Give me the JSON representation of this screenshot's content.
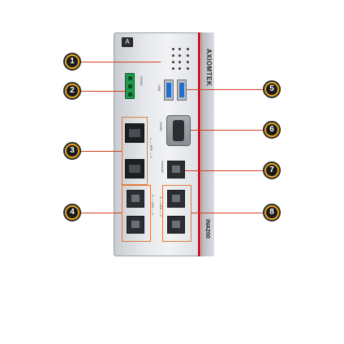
{
  "device": {
    "brand": "AXIOMTEK",
    "model": "iNA200",
    "logo_text": "A",
    "port_labels": {
      "com2": "COM2",
      "usb": "USB",
      "com1": "COM1",
      "sfp": "1 — SFP — 2",
      "console": "Console",
      "lan_left": "3 — LAN — 4",
      "lan_right": "1 — LAN — 2"
    }
  },
  "callouts": [
    {
      "number": "1",
      "side": "left"
    },
    {
      "number": "2",
      "side": "left"
    },
    {
      "number": "3",
      "side": "left"
    },
    {
      "number": "4",
      "side": "left"
    },
    {
      "number": "5",
      "side": "right"
    },
    {
      "number": "6",
      "side": "right"
    },
    {
      "number": "7",
      "side": "right"
    },
    {
      "number": "8",
      "side": "right"
    }
  ],
  "colors": {
    "callout_fill": "#e7a41b",
    "callout_ring": "#2b2b2b",
    "leader_line": "#d2401f",
    "highlight_box": "#e07a3c",
    "stripe": "#c4161c"
  }
}
